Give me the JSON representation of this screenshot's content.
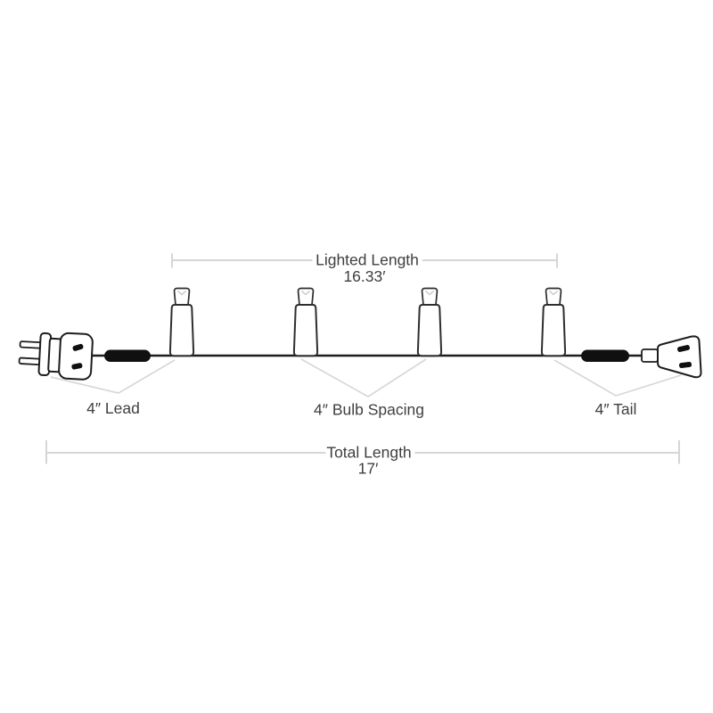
{
  "diagram": {
    "measurements": {
      "lighted_length": {
        "label": "Lighted Length",
        "value": "16.33′"
      },
      "total_length": {
        "label": "Total Length",
        "value": "17′"
      },
      "lead_label": "4″ Lead",
      "bulb_spacing_label": "4″ Bulb Spacing",
      "tail_label": "4″ Tail"
    },
    "bulb_count": 4,
    "colors": {
      "background": "#ffffff",
      "outline": "#1d1d1d",
      "bulb_outline": "#2e2e2e",
      "measure_line": "#d6d6d6",
      "leader_line": "#d8d8d8",
      "text": "#3f3f3f",
      "fuse_fill": "#101010"
    }
  }
}
